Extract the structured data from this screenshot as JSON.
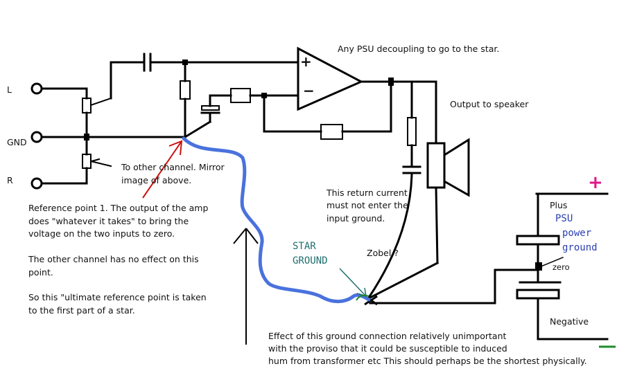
{
  "labels": {
    "terminal_l": "L",
    "terminal_gnd": "GND",
    "terminal_r": "R",
    "psu_decoupling": "Any PSU decoupling to go to the star.",
    "output_to_speaker": "Output to speaker",
    "other_channel_1": "To other channel. Mirror",
    "other_channel_2": "image of above.",
    "reference_point": [
      "Reference point 1. The output of the amp",
      "does \"whatever it takes\" to bring the",
      "voltage on the two inputs to zero.",
      "",
      "The other channel has no effect on this",
      "point.",
      "",
      "So this \"ultimate reference point is taken",
      "to the first part of a star."
    ],
    "return_current": [
      "This return current",
      "must not enter the",
      "input ground."
    ],
    "zobel": "Zobel ?",
    "star_ground": [
      "STAR",
      "GROUND"
    ],
    "plus": "Plus",
    "psu_power_ground": [
      "PSU",
      "power",
      "ground"
    ],
    "zero": "zero",
    "negative": "Negative",
    "plus_symbol": "+",
    "effect_note": [
      "Effect of this ground connection relatively unimportant",
      "with the proviso that it could be susceptible to induced",
      "hum from transformer etc  This should perhaps be the shortest physically."
    ],
    "opamp_plus": "+",
    "opamp_minus": "−"
  },
  "colors": {
    "wire": "#000000",
    "ground_trace": "#4a72dd",
    "red_arrow": "#cc1111",
    "star_text": "#1e6e6e",
    "psu_text": "#2a3fb0",
    "plus_symbol": "#e0158a",
    "negative_mark": "#1e8a2a"
  }
}
